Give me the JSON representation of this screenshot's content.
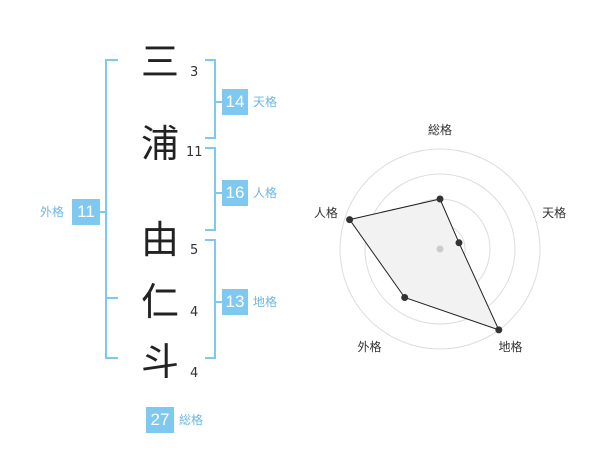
{
  "name": {
    "chars": [
      {
        "char": "三",
        "strokes": "3"
      },
      {
        "char": "浦",
        "strokes": "11"
      },
      {
        "char": "由",
        "strokes": "5"
      },
      {
        "char": "仁",
        "strokes": "4"
      },
      {
        "char": "斗",
        "strokes": "4"
      }
    ]
  },
  "kakusu": {
    "tenkaku": {
      "value": "14",
      "label": "天格"
    },
    "jinkaku": {
      "value": "16",
      "label": "人格"
    },
    "chikaku": {
      "value": "13",
      "label": "地格"
    },
    "gaikaku": {
      "value": "11",
      "label": "外格"
    },
    "soukaku": {
      "value": "27",
      "label": "総格"
    }
  },
  "colors": {
    "bracket": "#7fc8f0",
    "badge": "#7fc8f0",
    "label": "#6ab7e8"
  },
  "chart_data": {
    "type": "radar",
    "axes": [
      "総格",
      "天格",
      "地格",
      "外格",
      "人格"
    ],
    "values": [
      0.5,
      0.2,
      1.0,
      0.6,
      0.95
    ],
    "range": [
      0,
      1
    ],
    "rings": 4
  }
}
